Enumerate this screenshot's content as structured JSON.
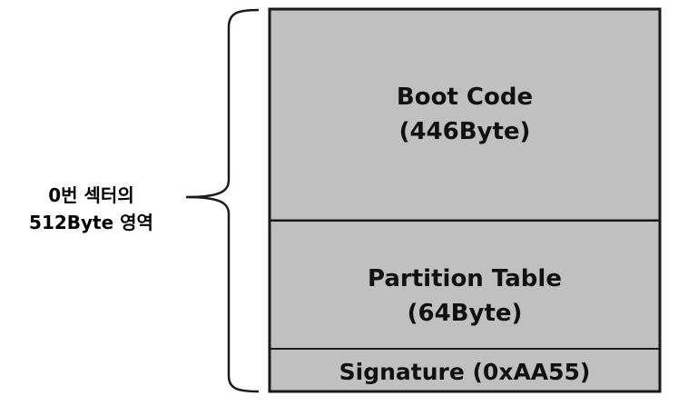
{
  "side_label": {
    "line1": "0번 섹터의",
    "line2": "512Byte 영역"
  },
  "blocks": {
    "boot_code": {
      "name": "Boot Code",
      "size": "(446Byte)"
    },
    "partition_table": {
      "name": "Partition Table",
      "size": "(64Byte)"
    },
    "signature": {
      "name": "Signature (0xAA55)"
    }
  },
  "colors": {
    "block_fill": "#c0c0c0",
    "outline": "#1a1a1a"
  }
}
